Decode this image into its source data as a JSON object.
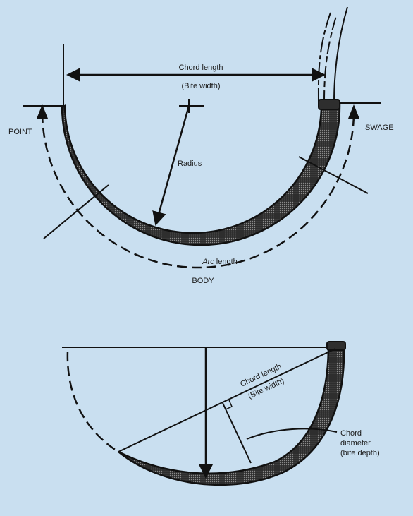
{
  "top_diagram": {
    "chord_length": "Chord length",
    "bite_width": "(Bite width)",
    "point": "POINT",
    "swage": "SWAGE",
    "radius": "Radius",
    "arc_prefix": "Arc",
    "arc_suffix": " length",
    "body": "BODY"
  },
  "bottom_diagram": {
    "chord_length": "Chord length",
    "bite_width": "(Bite width)",
    "chord_diameter_line1": "Chord",
    "chord_diameter_line2": "diameter",
    "chord_diameter_line3": "(bite depth)"
  },
  "colors": {
    "background": "#c9dff0",
    "needle_fill": "#3c3c3c",
    "ink": "#111111"
  }
}
